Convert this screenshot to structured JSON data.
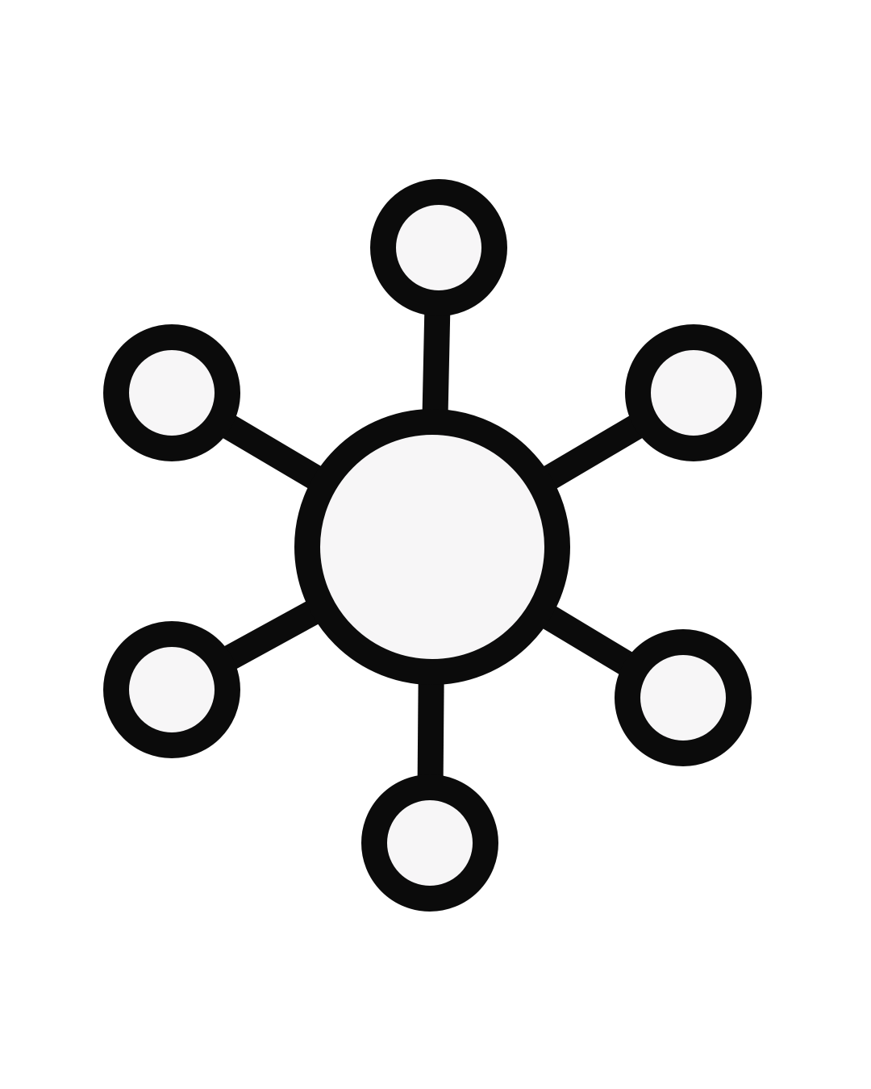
{
  "diagram": {
    "kind": "hub-and-spoke",
    "hub": {
      "label": ""
    },
    "nodes": [
      {
        "id": "top",
        "label": ""
      },
      {
        "id": "upper-right",
        "label": ""
      },
      {
        "id": "lower-right",
        "label": ""
      },
      {
        "id": "bottom",
        "label": ""
      },
      {
        "id": "lower-left",
        "label": ""
      },
      {
        "id": "upper-left",
        "label": ""
      }
    ],
    "edges": [
      {
        "from": "hub",
        "to": "top"
      },
      {
        "from": "hub",
        "to": "upper-right"
      },
      {
        "from": "hub",
        "to": "lower-right"
      },
      {
        "from": "hub",
        "to": "bottom"
      },
      {
        "from": "hub",
        "to": "lower-left"
      },
      {
        "from": "hub",
        "to": "upper-left"
      }
    ]
  },
  "colors": {
    "background": "#ffffff",
    "stroke": "#0b0b0b",
    "fill": "#f7f6f7"
  }
}
